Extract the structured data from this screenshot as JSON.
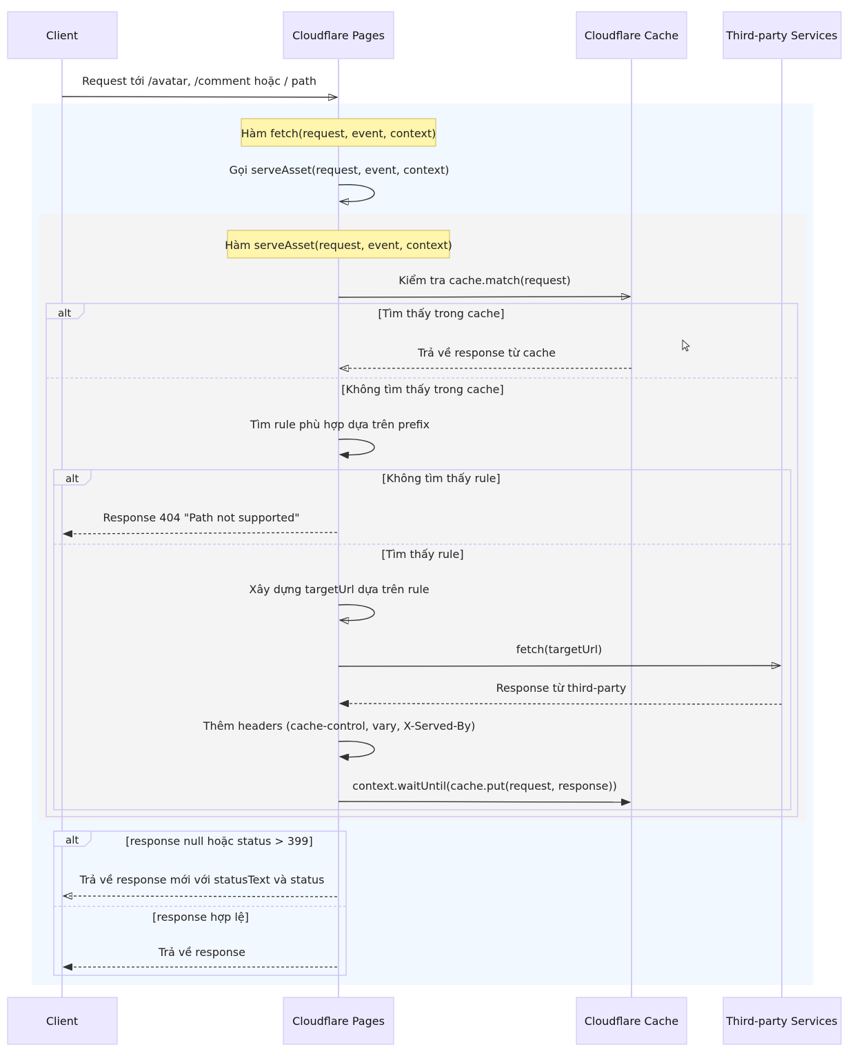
{
  "actors": [
    "Client",
    "Cloudflare Pages",
    "Cloudflare Cache",
    "Third-party Services"
  ],
  "notes": {
    "fetch": "Hàm fetch(request, event, context)",
    "serve_asset": "Hàm serveAsset(request, event, context)"
  },
  "messages": {
    "request": "Request tới /avatar, /comment hoặc / path",
    "call_serve_asset": "Gọi serveAsset(request, event, context)",
    "cache_match": "Kiểm tra cache.match(request)",
    "cache_response": "Trả về response từ cache",
    "find_rule": "Tìm rule phù hợp dựa trên prefix",
    "resp_404": "Response 404 \"Path not supported\"",
    "build_url": "Xây dựng targetUrl dựa trên rule",
    "fetch_target": "fetch(targetUrl)",
    "third_party_response": "Response từ third-party",
    "add_headers": "Thêm headers (cache-control, vary, X-Served-By)",
    "cache_put": "context.waitUntil(cache.put(request, response))",
    "new_response": "Trả về response mới với statusText và status",
    "return_response": "Trả về response"
  },
  "frames": {
    "alt_label": "alt",
    "cache_found": "[Tìm thấy trong cache]",
    "cache_not_found": "[Không tìm thấy trong cache]",
    "rule_not_found": "[Không tìm thấy rule]",
    "rule_found": "[Tìm thấy rule]",
    "response_null": "[response null hoặc status > 399]",
    "response_valid": "[response hợp lệ]"
  }
}
